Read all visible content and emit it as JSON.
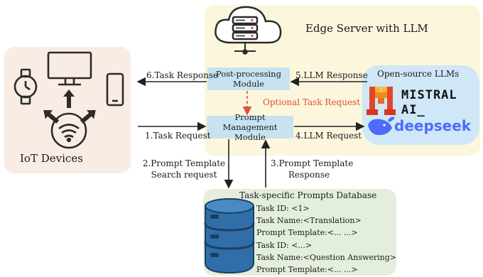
{
  "edge": {
    "title": "Edge Server with  LLM"
  },
  "iot": {
    "title": "IoT Devices"
  },
  "modules": {
    "post_processing": "Post-processing\nModule",
    "prompt_management": "Prompt Management\nModule"
  },
  "llms": {
    "title": "Open-source LLMs",
    "mistral_line1": "MISTRAL",
    "mistral_line2": "AI_",
    "deepseek": "deepseek"
  },
  "flows": {
    "task_request": "1.Task Request",
    "prompt_search_line1": "2.Prompt Template",
    "prompt_search_line2": "Search request",
    "prompt_response_line1": "3.Prompt Template",
    "prompt_response_line2": "Response",
    "llm_request": "4.LLM Request",
    "llm_response": "5.LLM Response",
    "task_response": "6.Task Response",
    "optional": "Optional Task Request"
  },
  "database": {
    "title": "Task-specific Prompts Database",
    "lines": [
      "Task ID: <1>",
      "Task Name:<Translation>",
      "Prompt Template:<... ...>",
      "Task ID: <...>",
      "Task Name:<Question Answering>",
      "Prompt Template:<... ...>"
    ]
  },
  "colors": {
    "edge_bg": "#fbf6dc",
    "iot_bg": "#f9ece4",
    "db_bg": "#e3efdc",
    "llm_bg": "#cfe7f6",
    "module_bg": "#c7e3f1",
    "optional_arrow": "#e0503a",
    "database_icon": "#2f6ea8",
    "deepseek": "#4d6bfe"
  }
}
